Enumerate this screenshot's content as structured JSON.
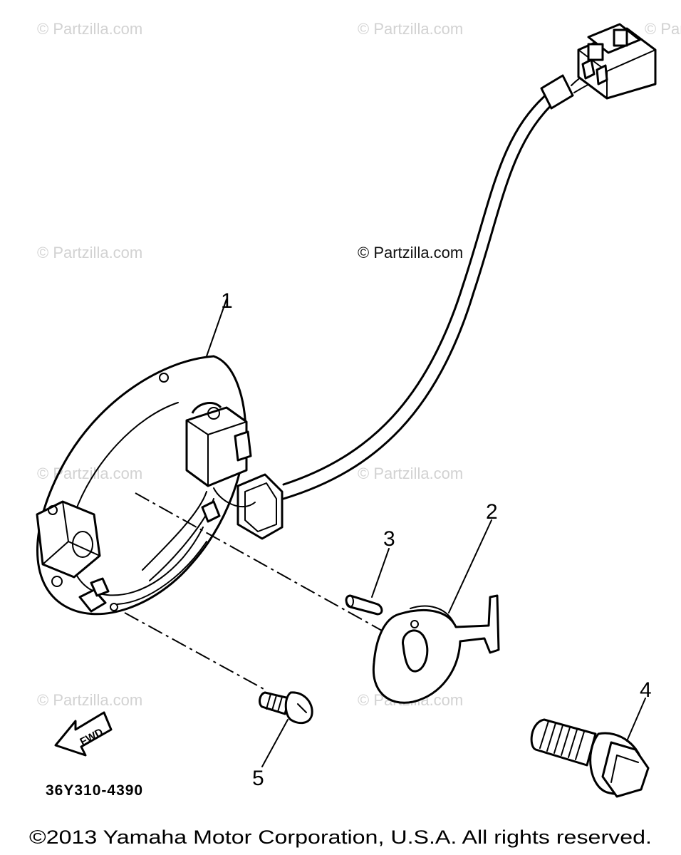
{
  "watermarks": [
    "© Partzilla.com",
    "© Partzilla.com",
    "© Partzilla.com",
    "© Partzilla.com",
    "© Partzilla.com",
    "© Partzilla.com",
    "© Partzilla.com",
    "© Partzilla.com"
  ],
  "center_watermark": "© Partzilla.com",
  "callouts": [
    "1",
    "2",
    "3",
    "4",
    "5"
  ],
  "fwd_label": "FWD",
  "diagram_code": "36Y310-4390",
  "copyright": "©2013 Yamaha Motor Corporation, U.S.A. All rights reserved."
}
